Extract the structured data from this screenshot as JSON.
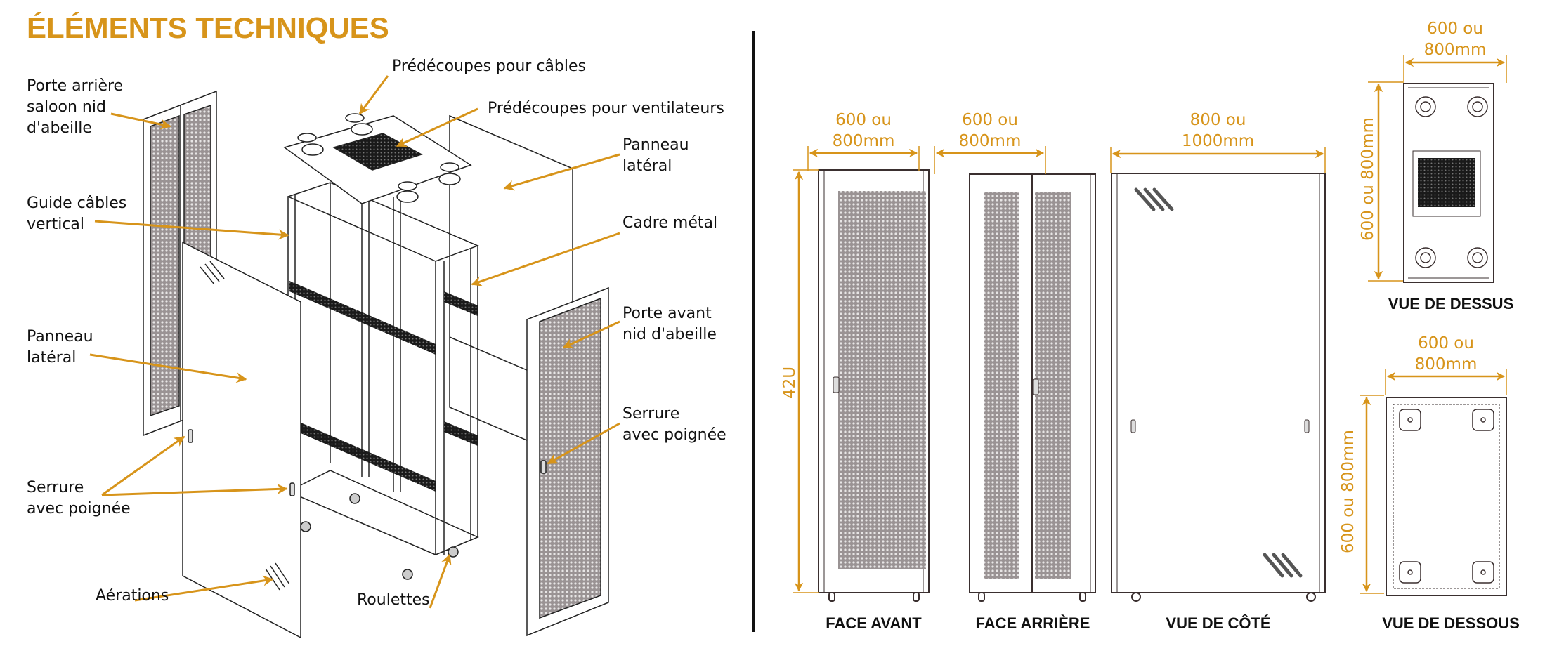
{
  "title": "ÉLÉMENTS TECHNIQUES",
  "accent_color": "#d7941a",
  "exploded_view": {
    "labels": [
      {
        "id": "rear-door",
        "lines": [
          "Porte arrière",
          "saloon nid",
          "d'abeille"
        ]
      },
      {
        "id": "cable-guide",
        "lines": [
          "Guide câbles",
          "vertical"
        ]
      },
      {
        "id": "side-panel-left",
        "lines": [
          "Panneau",
          "latéral"
        ]
      },
      {
        "id": "lock-left",
        "lines": [
          "Serrure",
          "avec poignée"
        ]
      },
      {
        "id": "vents",
        "lines": [
          "Aérations"
        ]
      },
      {
        "id": "casters",
        "lines": [
          "Roulettes"
        ]
      },
      {
        "id": "cable-cutouts",
        "lines": [
          "Prédécoupes pour câbles"
        ]
      },
      {
        "id": "fan-cutouts",
        "lines": [
          "Prédécoupes pour ventilateurs"
        ]
      },
      {
        "id": "side-panel-right",
        "lines": [
          "Panneau",
          "latéral"
        ]
      },
      {
        "id": "metal-frame",
        "lines": [
          "Cadre métal"
        ]
      },
      {
        "id": "front-door",
        "lines": [
          "Porte avant",
          "nid d'abeille"
        ]
      },
      {
        "id": "lock-right",
        "lines": [
          "Serrure",
          "avec poignée"
        ]
      }
    ]
  },
  "views": {
    "front": {
      "caption": "FACE AVANT",
      "width_dim": [
        "600 ou",
        "800mm"
      ],
      "height_dim": "42U"
    },
    "rear": {
      "caption": "FACE ARRIÈRE",
      "width_dim": [
        "600 ou",
        "800mm"
      ]
    },
    "side": {
      "caption": "VUE DE CÔTÉ",
      "width_dim": [
        "800 ou",
        "1000mm"
      ]
    },
    "top": {
      "caption": "VUE DE DESSUS",
      "width_dim": [
        "600 ou",
        "800mm"
      ],
      "depth_dim": "600 ou 800mm"
    },
    "bottom": {
      "caption": "VUE DE DESSOUS",
      "width_dim": [
        "600 ou",
        "800mm"
      ],
      "depth_dim": "600 ou 800mm"
    }
  }
}
